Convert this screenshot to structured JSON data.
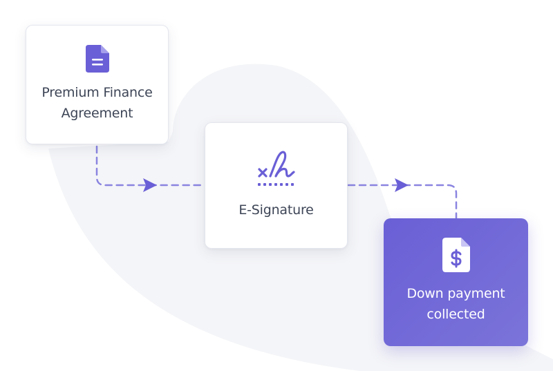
{
  "steps": [
    {
      "label_line1": "Premium Finance",
      "label_line2": "Agreement",
      "icon": "document-icon"
    },
    {
      "label": "E-Signature",
      "icon": "signature-icon"
    },
    {
      "label_line1": "Down payment",
      "label_line2": "collected",
      "icon": "invoice-dollar-icon"
    }
  ],
  "colors": {
    "accent": "#6a5fd6",
    "connector": "#8a84e0",
    "card_text": "#3d4556",
    "background_swoosh": "#f4f5f8"
  }
}
